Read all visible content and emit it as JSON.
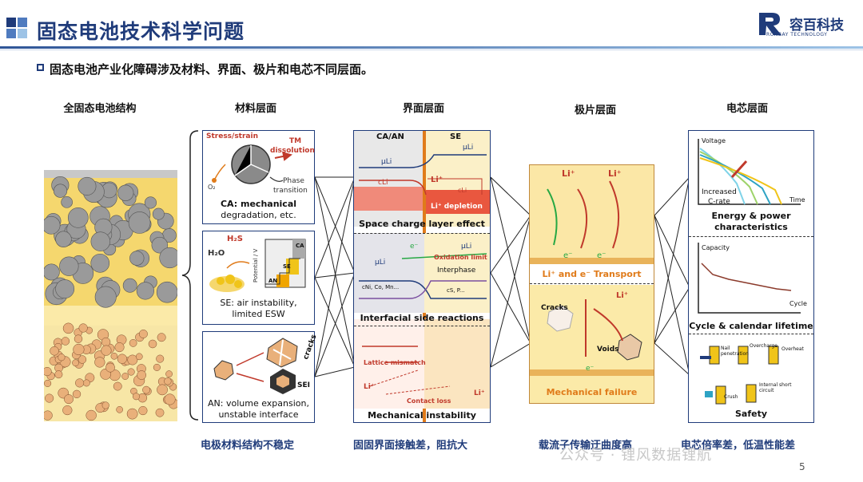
{
  "header": {
    "title": "固态电池技术科学问题",
    "logo_name": "容百科技",
    "logo_sub": "RONBAY TECHNOLOGY",
    "subtitle": "固态电池产业化障碍涉及材料、界面、极片和电芯不同层面。"
  },
  "columns": {
    "structure": "全固态电池结构",
    "material": "材料层面",
    "interface": "界面层面",
    "electrode": "极片层面",
    "cell": "电芯层面"
  },
  "material": {
    "stress": "Stress/strain",
    "tm": "TM",
    "dissolution": "dissolution",
    "o2": "O₂",
    "phase": "Phase",
    "transition": "transition",
    "ca_label": "CA: mechanical",
    "ca_label2": "degradation, etc.",
    "h2s": "H₂S",
    "h2o": "H₂O",
    "potential": "Potential / V",
    "ca_tag": "CA",
    "se_tag": "SE",
    "an_tag": "AN",
    "se_label": "SE: air instability,",
    "se_label2": "limited ESW",
    "cracks": "cracks",
    "sei": "SEI",
    "an_label": "AN: volume expansion,",
    "an_label2": "unstable interface"
  },
  "interface": {
    "ca_an": "CA/AN",
    "se": "SE",
    "mu_li": "μLi",
    "c_li": "cLi",
    "li_plus": "Li⁺",
    "li_depletion": "Li⁺ depletion",
    "space_charge": "Space charge layer effect",
    "e_minus": "e⁻",
    "oxidation": "Oxidation limit",
    "interphase": "Interphase",
    "c_ni": "cNi, Co, Mn...",
    "c_s": "cS, P...",
    "side_reactions": "Interfacial side reactions",
    "lattice": "Lattice mismatch",
    "contact_loss": "Contact loss",
    "mech_instability": "Mechanical instability"
  },
  "electrode": {
    "li_plus": "Li⁺",
    "e_minus": "e⁻",
    "transport": "Li⁺ and e⁻ Transport",
    "cracks": "Cracks",
    "voids": "Voids",
    "mech_failure": "Mechanical failure"
  },
  "cell": {
    "voltage": "Voltage",
    "time": "Time",
    "increased": "Increased",
    "crate": "C-rate",
    "energy": "Energy & power",
    "characteristics": "characteristics",
    "capacity": "Capacity",
    "cycle": "Cycle",
    "lifetime": "Cycle & calendar lifetime",
    "nail": "Nail penetration",
    "overcharge": "Overcharge",
    "overheat": "Overheat",
    "crush": "Crush",
    "short": "Internal short circuit",
    "safety": "Safety"
  },
  "bottom": {
    "b1": "电极材料结构不稳定",
    "b2": "固固界面接触差，阻抗大",
    "b3": "载流子传输迂曲度高",
    "b4": "电芯倍率差，低温性能差"
  },
  "watermark": "公众号 · 锂风数据锂航",
  "page_number": "5",
  "colors": {
    "brand": "#1f3b7a",
    "accent": "#e07b1a",
    "cathode": "#f5d76e",
    "particle": "#9a9a9a"
  }
}
